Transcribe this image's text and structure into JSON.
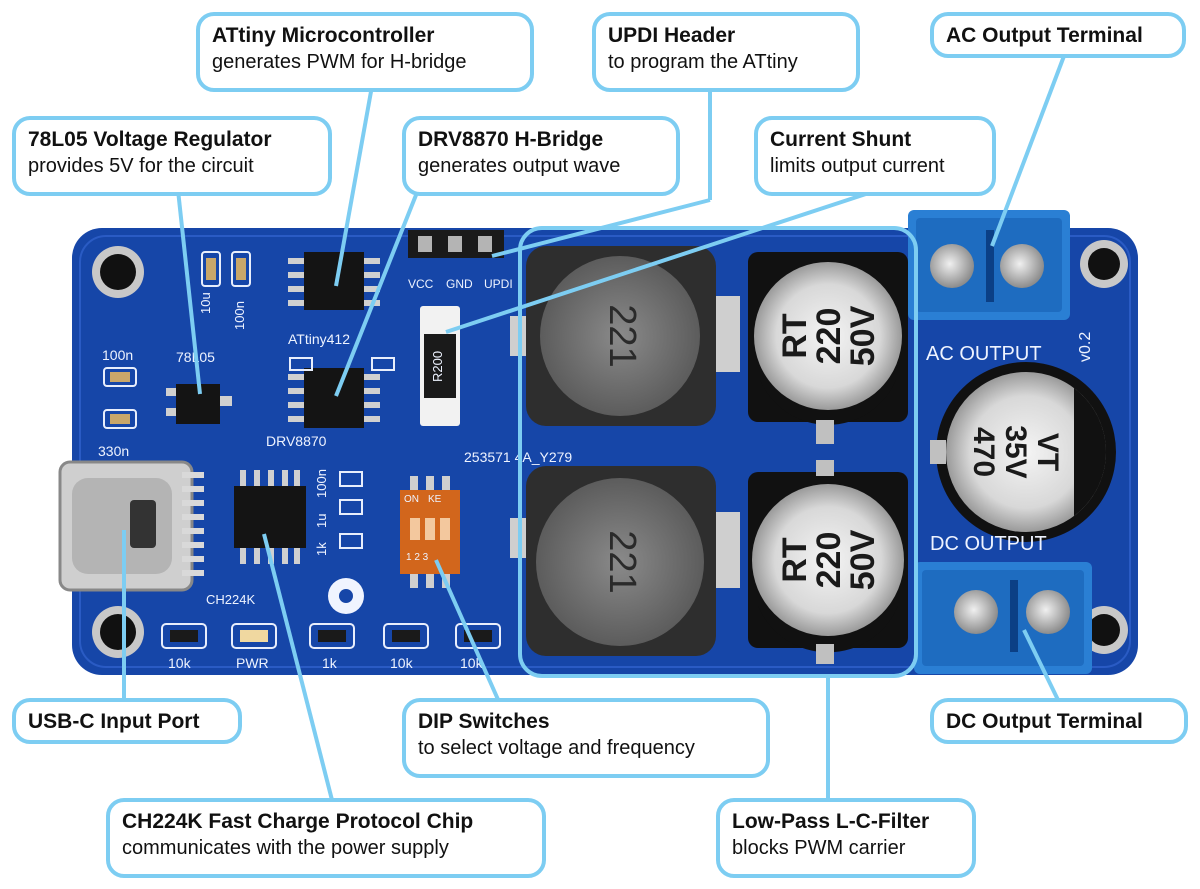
{
  "callouts": {
    "attiny": {
      "title": "ATtiny Microcontroller",
      "subtitle": "generates PWM for H-bridge"
    },
    "updi": {
      "title": "UPDI Header",
      "subtitle": "to program the ATtiny"
    },
    "ac_terminal": {
      "title": "AC Output Terminal"
    },
    "regulator": {
      "title": "78L05 Voltage Regulator",
      "subtitle": "provides 5V for the circuit"
    },
    "hbridge": {
      "title": "DRV8870 H-Bridge",
      "subtitle": "generates output wave"
    },
    "shunt": {
      "title": "Current Shunt",
      "subtitle": "limits output current"
    },
    "usbc": {
      "title": "USB-C Input Port"
    },
    "dip": {
      "title": "DIP Switches",
      "subtitle": "to select voltage and frequency"
    },
    "dc_terminal": {
      "title": "DC Output Terminal"
    },
    "ch224k": {
      "title": "CH224K Fast Charge Protocol Chip",
      "subtitle": "communicates with the power supply"
    },
    "filter": {
      "title": "Low-Pass L-C-Filter",
      "subtitle": "blocks PWM carrier"
    }
  },
  "board": {
    "silkscreen": {
      "c1": "10u",
      "c2": "100n",
      "c3": "100n",
      "c4": "330n",
      "reg": "78L05",
      "mcu": "ATtiny412",
      "drv": "DRV8870",
      "updi_pins": [
        "VCC",
        "GND",
        "UPDI"
      ],
      "res_100n": "100n",
      "res_1u": "1u",
      "res_1k": "1k",
      "ch": "CH224K",
      "dip_on": "ON",
      "dip_ke": "KE",
      "dip_nums": "1 2 3",
      "serial": "253571 4A_Y279",
      "leds": [
        "10k",
        "PWR",
        "1k",
        "10k",
        "10k"
      ],
      "ac_output": "AC OUTPUT",
      "dc_output": "DC OUTPUT",
      "version": "v0.2",
      "shunt_value": "R200"
    },
    "inductor_marking": "221",
    "small_caps": {
      "line1": "RT",
      "line2": "220",
      "line3": "50V"
    },
    "big_cap": {
      "line1": "VT",
      "line2": "35V",
      "line3": "470"
    }
  },
  "colors": {
    "accent": "#7dcdf2",
    "pcb": "#1646a8",
    "terminal": "#2a7fd4"
  }
}
